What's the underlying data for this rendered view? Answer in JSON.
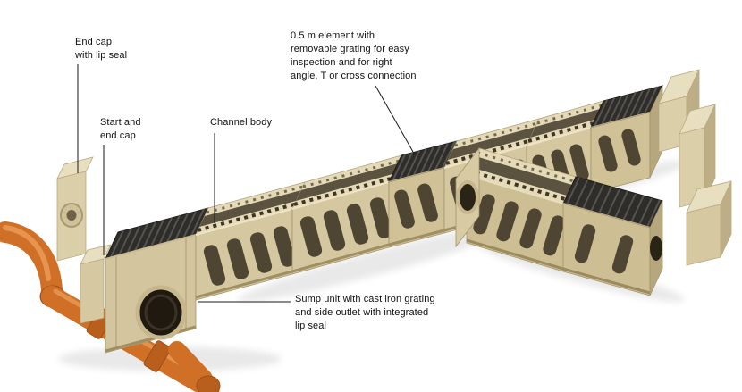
{
  "labels": {
    "end_cap": "End cap\nwith lip seal",
    "start_end_cap": "Start and\nend cap",
    "channel_body": "Channel body",
    "inspection_element": "0.5 m element with\nremovable grating for easy\ninspection and for right\nangle, T or cross connection",
    "sump_unit": "Sump unit with cast iron grating\nand side outlet with integrated\nlip seal"
  },
  "palette": {
    "background": "#ffffff",
    "channel_beige": "#d5c7a0",
    "channel_beige_light": "#e4dab8",
    "channel_interior": "#5c5240",
    "grating_dark": "#2f2d2a",
    "pipe_orange": "#cf7026",
    "label_text": "#111111",
    "leader_line": "#1a1a1a"
  }
}
